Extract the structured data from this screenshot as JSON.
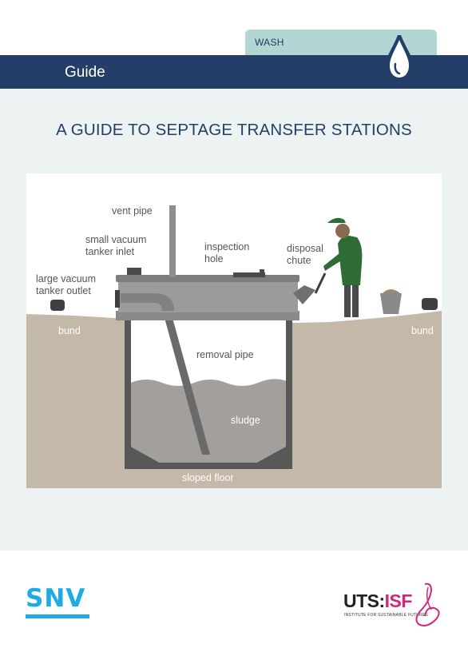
{
  "tab": {
    "label": "WASH"
  },
  "header": {
    "title": "Guide"
  },
  "main_title": "A GUIDE TO SEPTAGE TRANSFER STATIONS",
  "illustration": {
    "labels": {
      "vent_pipe": "vent pipe",
      "small_inlet": "small vacuum\ntanker inlet",
      "inspection_hole": "inspection\nhole",
      "disposal_chute": "disposal\nchute",
      "large_outlet": "large vacuum\ntanker outlet",
      "bund_left": "bund",
      "bund_right": "bund",
      "removal_pipe": "removal pipe",
      "sludge": "sludge",
      "sloped_floor": "sloped floor"
    }
  },
  "logos": {
    "snv": "SNV",
    "uts_a": "UTS:",
    "uts_b": "ISF",
    "uts_sub": "INSTITUTE FOR SUSTAINABLE FUTURES"
  },
  "colors": {
    "header": "#243f67",
    "tab": "#b3d6d5",
    "panel": "#edf2f2",
    "ground": "#c4b8a8",
    "snv_blue": "#1eaae4",
    "isf_pink": "#d0287a"
  }
}
